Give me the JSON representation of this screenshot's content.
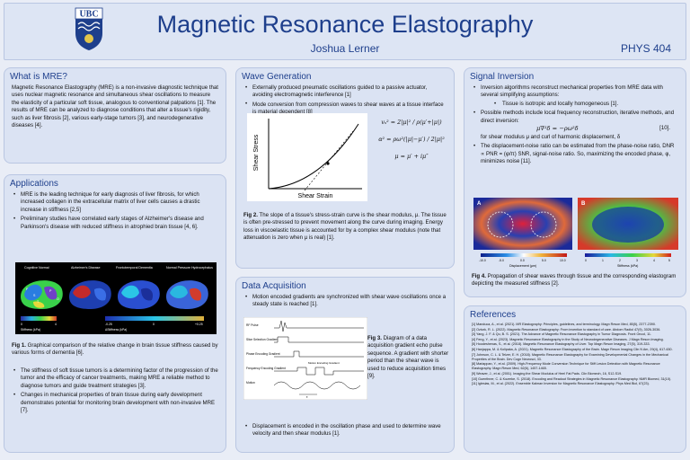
{
  "header": {
    "logo_text": "UBC",
    "title": "Magnetic Resonance Elastography",
    "author": "Joshua Lerner",
    "course": "PHYS 404"
  },
  "what_is_mre": {
    "heading": "What is MRE?",
    "text": "Magnetic Resonance Elastography (MRE) is a non-invasive diagnostic technique that uses nuclear magnetic resonance and simultaneous shear oscillations to measure the elasticity of a particular soft tissue, analogous to conventional palpations [1]. The results of MRE can be analyzed to diagnose conditions that alter a tissue's rigidity, such as liver fibrosis [2], various early-stage tumors [3], and neurodegenerative diseases [4]."
  },
  "applications": {
    "heading": "Applications",
    "bullets_top": [
      "MRE is the leading technique for early diagnosis of liver fibrosis, for which increased collagen in the extracellular matrix of liver cells causes a drastic increase in stiffness [2,5]",
      "Preliminary studies have correlated early stages of Alzheimer's disease and Parkinson's disease with reduced stiffness in atrophied brain tissue [4, 6]."
    ],
    "figure_labels": [
      "Cognitive Normal",
      "Alzheimer's Disease",
      "Frontotemporal Dementia",
      "Normal Pressure Hydrocephalus"
    ],
    "colorbar_left_label": "Stiffness (kPa)",
    "colorbar_left_ticks": [
      "0",
      "4"
    ],
    "colorbar_right_label": "ΔStiffness (kPa)",
    "colorbar_right_ticks": [
      "-0.25",
      "0",
      "+0.25"
    ],
    "region_letters": [
      "F",
      "P",
      "T",
      "O",
      "S"
    ],
    "caption_bold": "Fig 1.",
    "caption": " Graphical comparison of the relative change in brain tissue stiffness caused by various forms of dementia [6].",
    "bullets_bottom": [
      "The stiffness of soft tissue tumors is a determining factor of the progression of the tumor and the efficacy of cancer treatments, making MRE a reliable method to diagnose tumors and guide treatment strategies [3].",
      "Changes in mechanical properties of brain tissue during early development demonstrates potential for monitoring brain development with non-invasive MRE [7]."
    ]
  },
  "wave_generation": {
    "heading": "Wave Generation",
    "bullets": [
      "Externally produced pneumatic oscillations guided to a passive actuator, avoiding electromagnetic interference [1]",
      "Mode conversion from compression waves to shear waves at a tissue interface is material dependent [8]"
    ],
    "chart_ylabel": "Shear Stress",
    "chart_xlabel": "Shear Strain",
    "eq1": "vₛ² = 2|μ|² / ρ(μ′+|μ|)",
    "eq2": "α² = ρω²(|μ|−μ′) / 2|μ|²",
    "eq3": "μ = μ′ + iμ″",
    "caption_bold": "Fig 2.",
    "caption": " The slope of a tissue's stress-strain curve is the shear modulus, μ. The tissue is often pre-stressed to prevent movement along the curve during imaging. Energy loss in viscoelastic tissue is accounted for by a complex shear modulus (note that attenuation is zero when μ is real) [1]."
  },
  "data_acquisition": {
    "heading": "Data Acquisition",
    "bullet_top": "Motion encoded gradients are synchronized with shear wave oscillations once a steady state is reached [1].",
    "seq_labels": [
      "RF Pulse",
      "Slice Selection Gradient",
      "Phase Encoding Gradient",
      "Frequency Encoding Gradient",
      "Motion"
    ],
    "seq_annotation": "Motion Encoding Gradient",
    "seq_t_label": "τ",
    "caption_bold": "Fig 3.",
    "caption": " Diagram of a data acquisition gradient echo pulse sequence. A gradient with shorter period than the shear wave is used to reduce acquisition times [9].",
    "bullet_bottom": "Displacement is encoded in the oscillation phase and used to determine wave velocity and then shear modulus [1]."
  },
  "signal_inversion": {
    "heading": "Signal Inversion",
    "bullet1": "Inversion algorithms reconstruct mechanical properties from MRE data with several simplifying assumptions:",
    "sub1": "Tissue is isotropic and locally homogeneous [1].",
    "bullet2": "Possible methods include local frequency reconstruction, iterative methods, and direct inversion:",
    "eq_inv": "μ∇²δ = −ρω²δ",
    "eq_ref": "[10].",
    "bullet2_tail": "for shear modulus μ and curl of harmonic displacement, δ",
    "bullet3": "The displacement-noise ratio can be estimated from the phase-noise ratio, DNR ∝ PNR = (φ/π) SNR, signal-noise ratio. So, maximizing the encoded phase, φ, minimizes noise [11].",
    "panel_a": "A",
    "panel_b": "B",
    "disp_ticks": [
      "-10.0",
      "-5.0",
      "0.0",
      "5.0",
      "10.0"
    ],
    "disp_label": "Displacement (μm)",
    "stiff_ticks": [
      "0",
      "1",
      "2",
      "3",
      "4",
      "5"
    ],
    "stiff_label": "Stiffness (kPa)",
    "caption_bold": "Fig 4.",
    "caption": " Propagation of shear waves through tissue and the corresponding elastogram depicting the measured stiffness [2]."
  },
  "references": {
    "heading": "References",
    "items": [
      "[1] Manduca, A., et al. (2021). MR Elastography: Principles, guidelines, and terminology. Magn Reson Med, 85(5), 2377-2390.",
      "[2] Ozturk, R. L. (2022). Magnetic Resonance Elastography: From invention to standard of care. Abdom Radiol 47(9), 3026-3036.",
      "[3] Yang, J. F. & Qu, B. S. (2021). The Advance of Magnetic Resonance Elastography in Tumor Diagnosis. Front Oncol, 11.",
      "[4] Feng, Y., et al. (2023). Magnetic Resonance Elastography in the Study of Neurodegenerative Diseases. J Magn Reson Imaging.",
      "[5] Hoodeshenas, S., et al. (2018). Magnetic Resonance Elastography of Liver. Top Magn Reson Imaging, 27(5), 319-333.",
      "[6] Hanjappa, M. & Kolipaka, A. (2021). Magnetic Resonance Elastography of the Brain. Magn Reson Imaging Clin N Am, 29(4), 617-630.",
      "[7] Johnson, C. L. & Telzer, E. H. (2018). Magnetic Resonance Elastography for Examining Developmental Changes in the Mechanical Properties of the Brain. Dev Cogn Neurosci, 33.",
      "[8] Mariappan, Y., et al. (2009). High-Frequency Mode Conversion Technique for Stiff Lesion Detection with Magnetic Resonance Elastography. Magn Reson Med, 62(6), 1457-1465.",
      "[9] Weaver, J., et al. (2001). Imaging the Shear Modulus of Heel Fat Pads. Clin Biomech, 16, S12-S19.",
      "[10] Guenthner, C. & Kozerke, S. (2018). Encoding and Readout Strategies in Magnetic Resonance Elastography. NMR Biomed, 31(10).",
      "[11] Iglesias, M., et al. (2022). Ensemble Kalman Inversion for Magnetic Resonance Elastography. Phys Med Biol, 67(23)."
    ]
  },
  "colors": {
    "title_blue": "#1e3f8c",
    "panel_bg": "#dbe3f3",
    "page_bg": "#e9edf6"
  }
}
